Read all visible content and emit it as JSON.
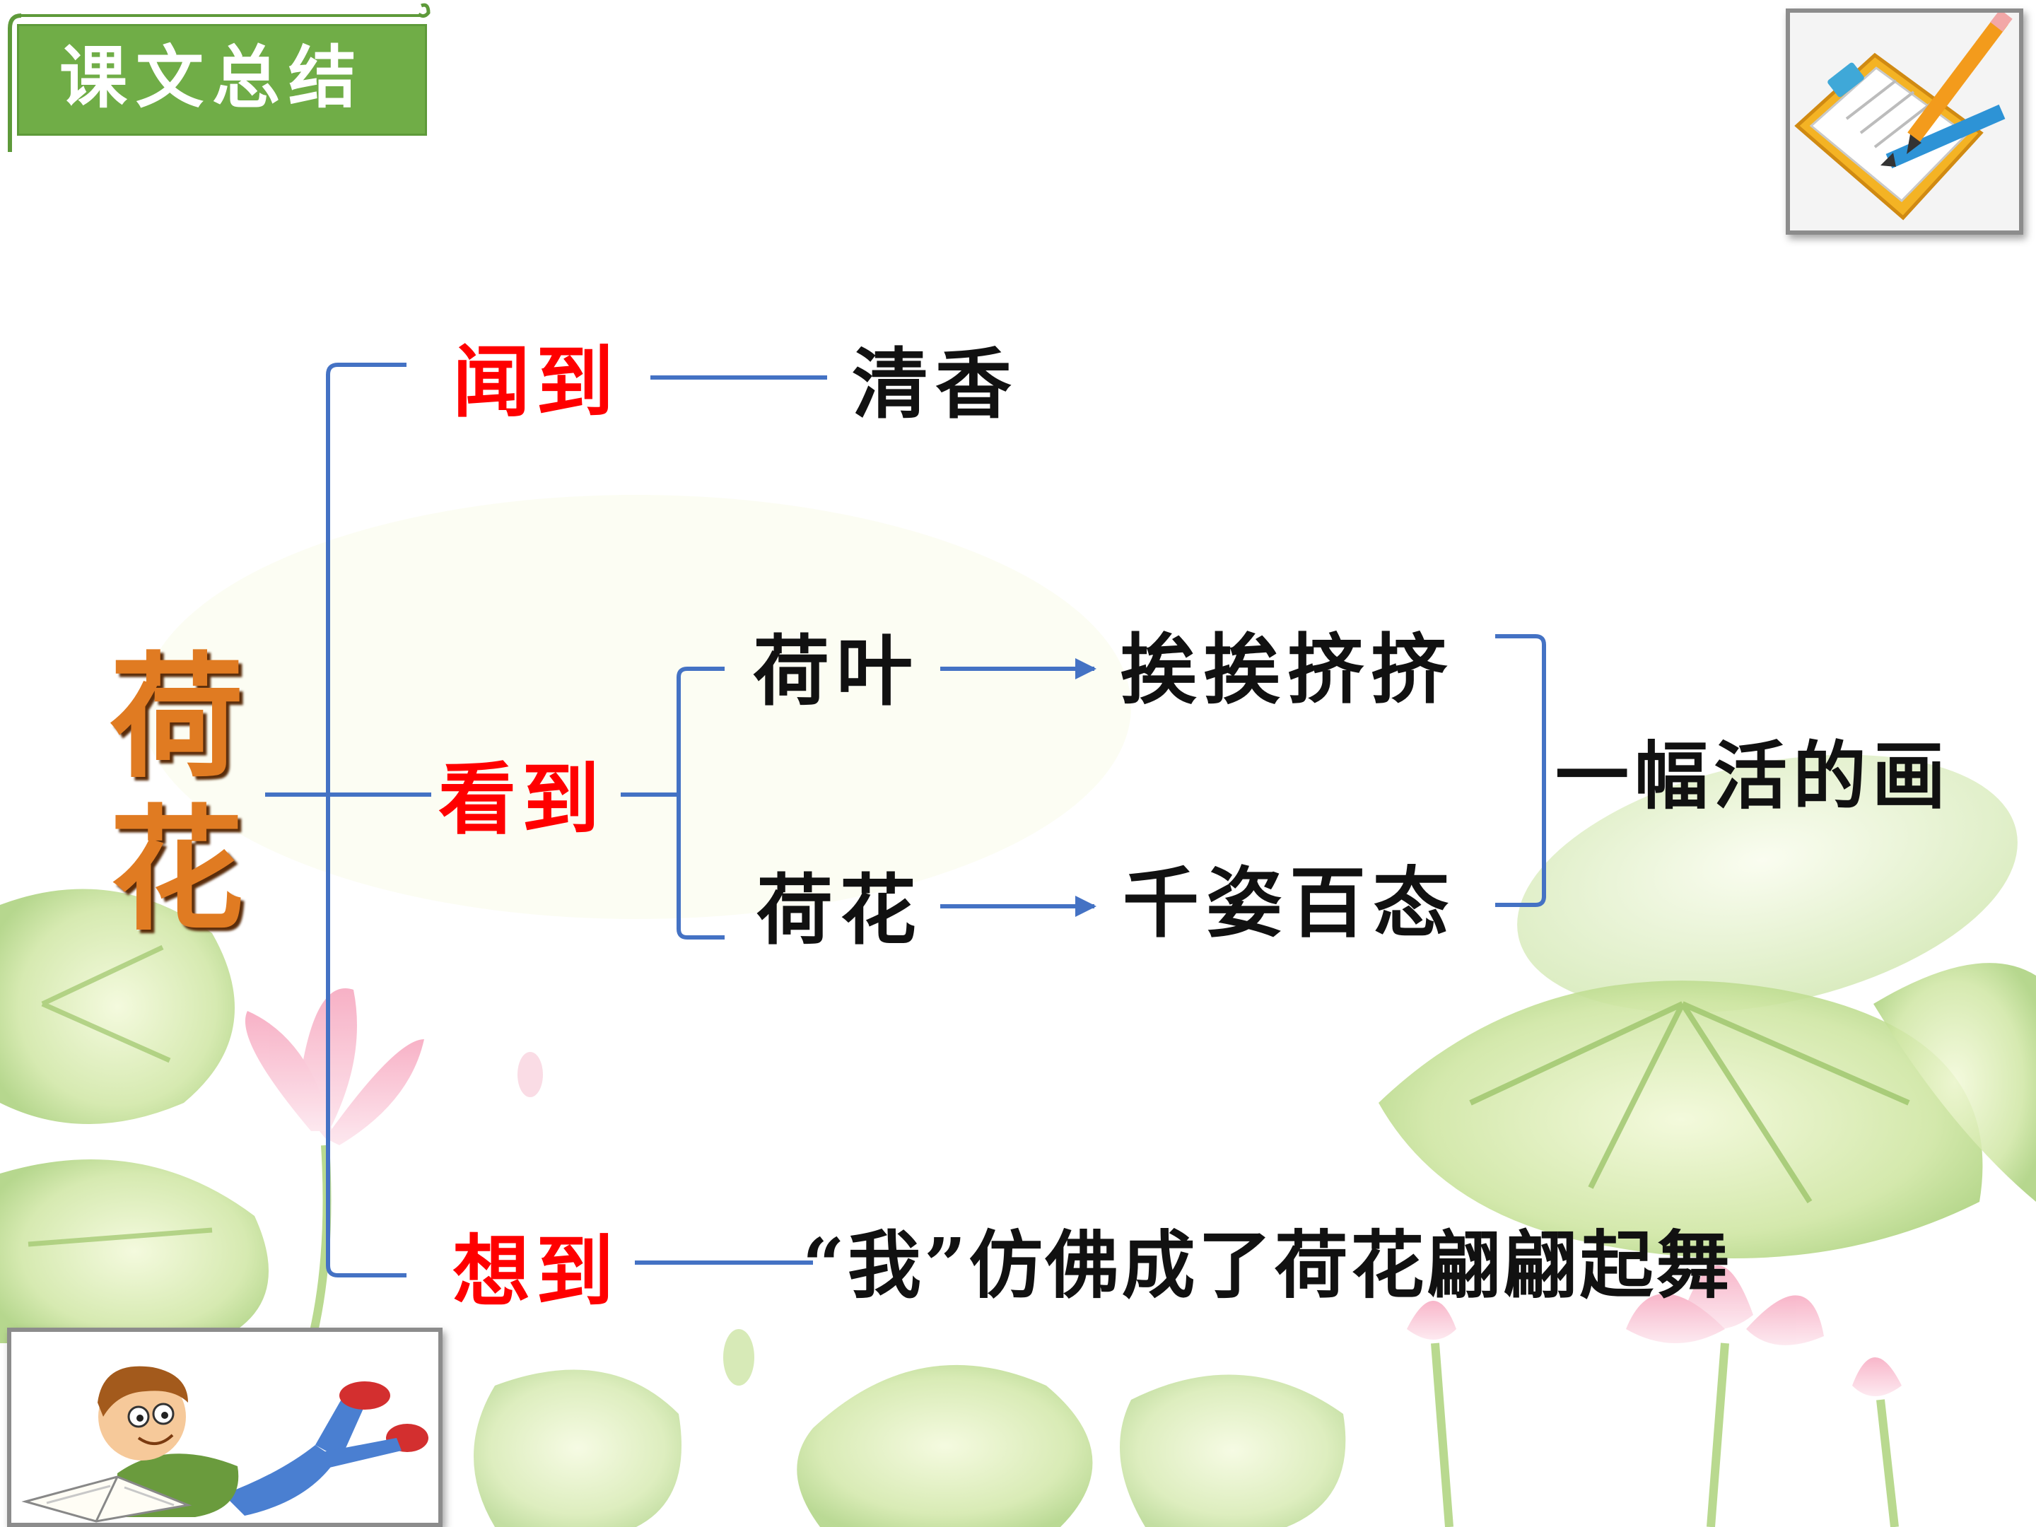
{
  "slide": {
    "section_title": "课文总结",
    "main_title": [
      "荷",
      "花"
    ]
  },
  "diagram": {
    "branches": [
      {
        "label": "闻到",
        "result": "清香"
      },
      {
        "label": "看到",
        "sub": [
          {
            "label": "荷叶",
            "result": "挨挨挤挤"
          },
          {
            "label": "荷花",
            "result": "千姿百态"
          }
        ],
        "summary": "一幅活的画"
      },
      {
        "label": "想到",
        "result": "“我”仿佛成了荷花翩翩起舞"
      }
    ]
  },
  "colors": {
    "accent_red": "#ff0000",
    "title_orange": "#e07b22",
    "connector_blue": "#4472c4",
    "banner_green": "#70ad47"
  },
  "icons": [
    "clipboard-pencil-icon",
    "reading-boy-illustration",
    "lotus-background-illustration"
  ]
}
